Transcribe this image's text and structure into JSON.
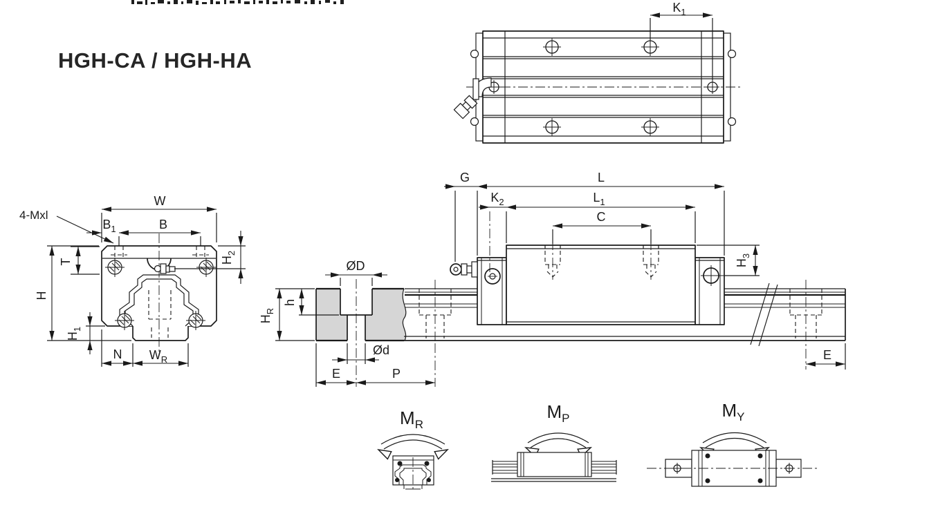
{
  "page": {
    "title": "HGH-CA / HGH-HA",
    "background": "#ffffff",
    "line_color": "#1a1a1a",
    "section_fill_color": "#d6d6d6"
  },
  "labels": {
    "k1": {
      "main": "K",
      "sub": "1"
    },
    "w": {
      "main": "W"
    },
    "b1": {
      "main": "B",
      "sub": "1"
    },
    "b": {
      "main": "B"
    },
    "four_mxl": {
      "main": "4-Mxl"
    },
    "t": {
      "main": "T"
    },
    "h": {
      "main": "H"
    },
    "h1": {
      "main": "H",
      "sub": "1"
    },
    "h2": {
      "main": "H",
      "sub": "2"
    },
    "n": {
      "main": "N"
    },
    "wr": {
      "main": "W",
      "sub": "R"
    },
    "od_counterbore": {
      "main": "ØD"
    },
    "od_bolt": {
      "main": "Ød"
    },
    "hr": {
      "main": "H",
      "sub": "R"
    },
    "h_depth": {
      "main": "h"
    },
    "e": {
      "main": "E"
    },
    "p": {
      "main": "P"
    },
    "g": {
      "main": "G"
    },
    "l": {
      "main": "L"
    },
    "k2": {
      "main": "K",
      "sub": "2"
    },
    "l1": {
      "main": "L",
      "sub": "1"
    },
    "c": {
      "main": "C"
    },
    "h3": {
      "main": "H",
      "sub": "3"
    },
    "mr": {
      "main": "M",
      "sub": "R"
    },
    "mp": {
      "main": "M",
      "sub": "P"
    },
    "my": {
      "main": "M",
      "sub": "Y"
    }
  }
}
